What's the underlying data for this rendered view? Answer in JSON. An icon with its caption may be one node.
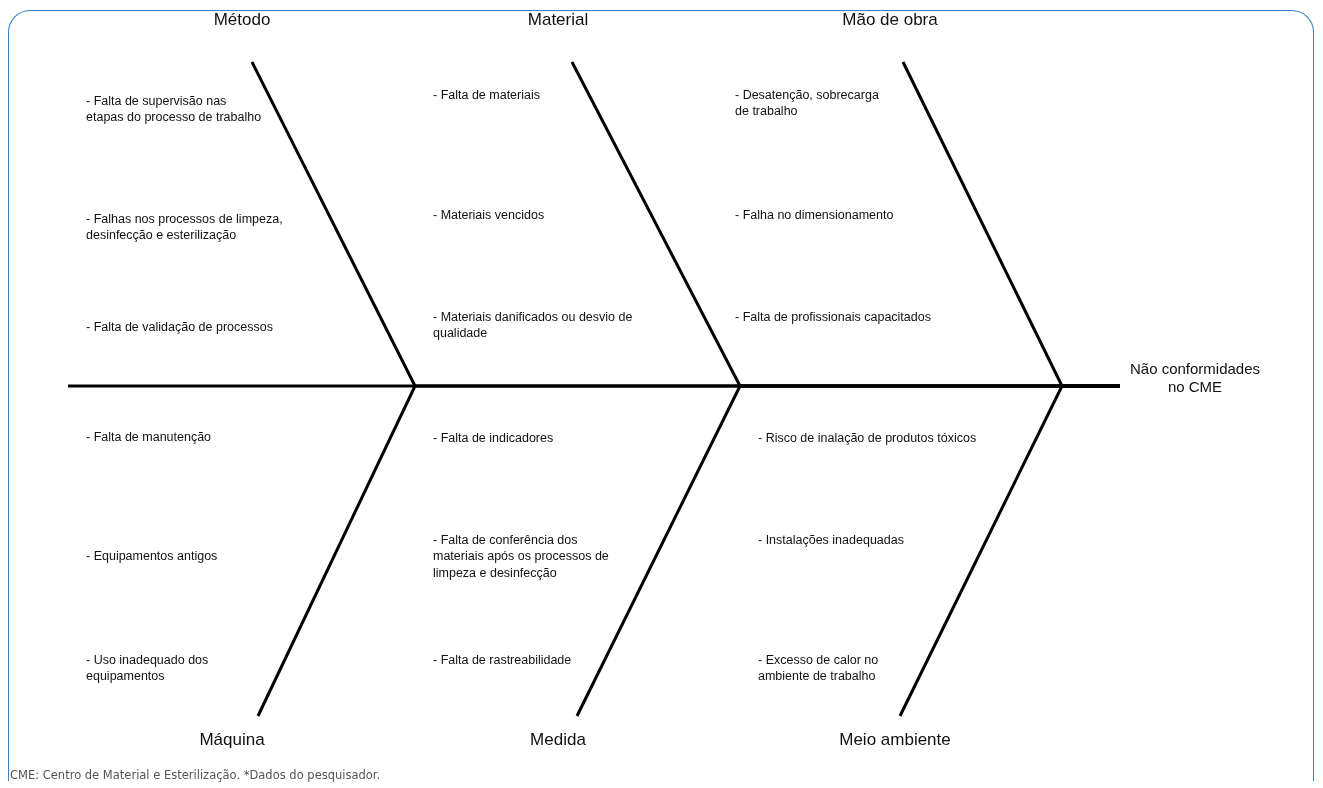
{
  "diagram": {
    "caption": "CME: Centro de Material e Esterilização. *Dados do pesquisador.",
    "nodes": [
      {
        "text": [
          "Método"
        ]
      },
      {
        "text": [
          "Material"
        ]
      },
      {
        "text": [
          "Mão de obra"
        ]
      },
      {
        "text": [
          "Máquina"
        ]
      },
      {
        "text": [
          "Medida"
        ]
      },
      {
        "text": [
          "Meio ambiente"
        ]
      },
      {
        "text": [
          "Não conformidades no CME"
        ]
      }
    ],
    "edges": [
      {
        "from": 0,
        "to": 6,
        "arrow": "none"
      },
      {
        "from": 1,
        "to": 6,
        "arrow": "none"
      },
      {
        "from": 2,
        "to": 6,
        "arrow": "none"
      },
      {
        "from": 3,
        "to": 6,
        "arrow": "none"
      },
      {
        "from": 4,
        "to": 6,
        "arrow": "none"
      },
      {
        "from": 5,
        "to": 6,
        "arrow": "none"
      }
    ],
    "labels": [
      "- Falta de supervisão nas etapas do processo de trabalho",
      "- Falta de materiais",
      "- Desatenção, sobrecarga de trabalho",
      "- Falhas nos processos de limpeza, desinfecção e esterilização",
      "- Materiais vencidos",
      "- Falha no dimensionamento",
      "- Falta de validação de processos",
      "- Materiais danificados ou desvio de qualidade",
      "- Falta de profissionais capacitados",
      "- Falta de manutenção",
      "- Falta de indicadores",
      "- Risco de inalação de produtos tóxicos",
      "- Equipamentos antigos",
      "- Falta de conferência dos materiais após os processos de limpeza e desinfecção",
      "- Instalações inadequadas",
      "- Uso inadequado dos equipamentos",
      "- Falta de rastreabilidade",
      "- Excesso de calor no ambiente de trabalho"
    ]
  }
}
